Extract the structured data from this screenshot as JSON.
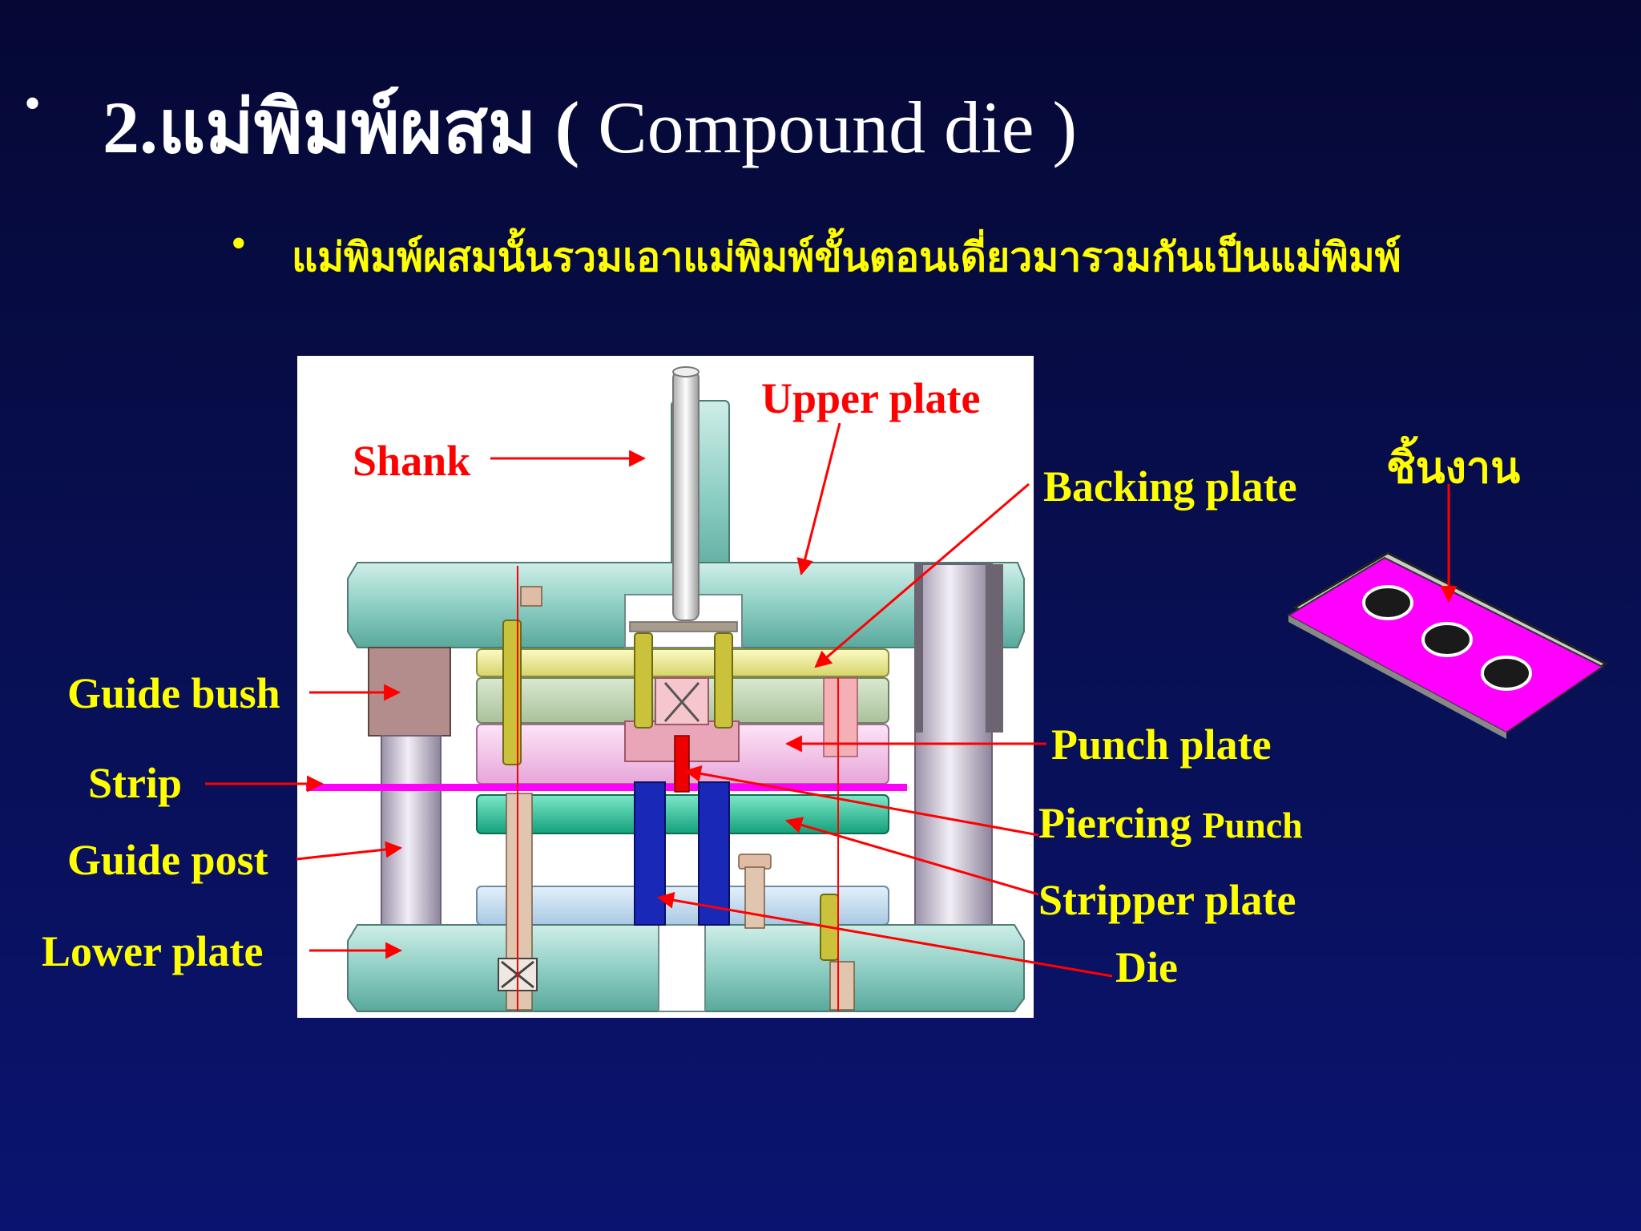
{
  "slide": {
    "bullet": "•",
    "title_number": "2.แม่พิมพ์ผสม (",
    "title_english": " Compound  die )",
    "sub_bullet": "•",
    "subtitle": "แม่พิมพ์ผสมนั้นรวมเอาแม่พิมพ์ขั้นตอนเดี่ยวมารวมกันเป็นแม่พิมพ์"
  },
  "labels": {
    "upper_plate": "Upper plate",
    "shank": "Shank",
    "backing_plate": "Backing plate",
    "workpiece": "ชิ้นงาน",
    "guide_bush": "Guide bush",
    "strip": "Strip",
    "guide_post": "Guide post",
    "lower_plate": "Lower plate",
    "punch_plate": "Punch plate",
    "piercing": "Piercing",
    "punch": "Punch",
    "stripper_plate": "Stripper plate",
    "die": "Die"
  },
  "colors": {
    "label_yellow": "#ffff00",
    "label_red": "#ff0000",
    "arrow_red": "#ff0000",
    "plate_teal": "#8fcfc4",
    "backing_yellow": "#f2f08e",
    "punch_plate_pink": "#f5c2ea",
    "stripper_green": "#26c59b",
    "die_blue": "#1a28b8",
    "strip_magenta": "#ff00ff",
    "workpiece_magenta": "#ff00ff"
  }
}
